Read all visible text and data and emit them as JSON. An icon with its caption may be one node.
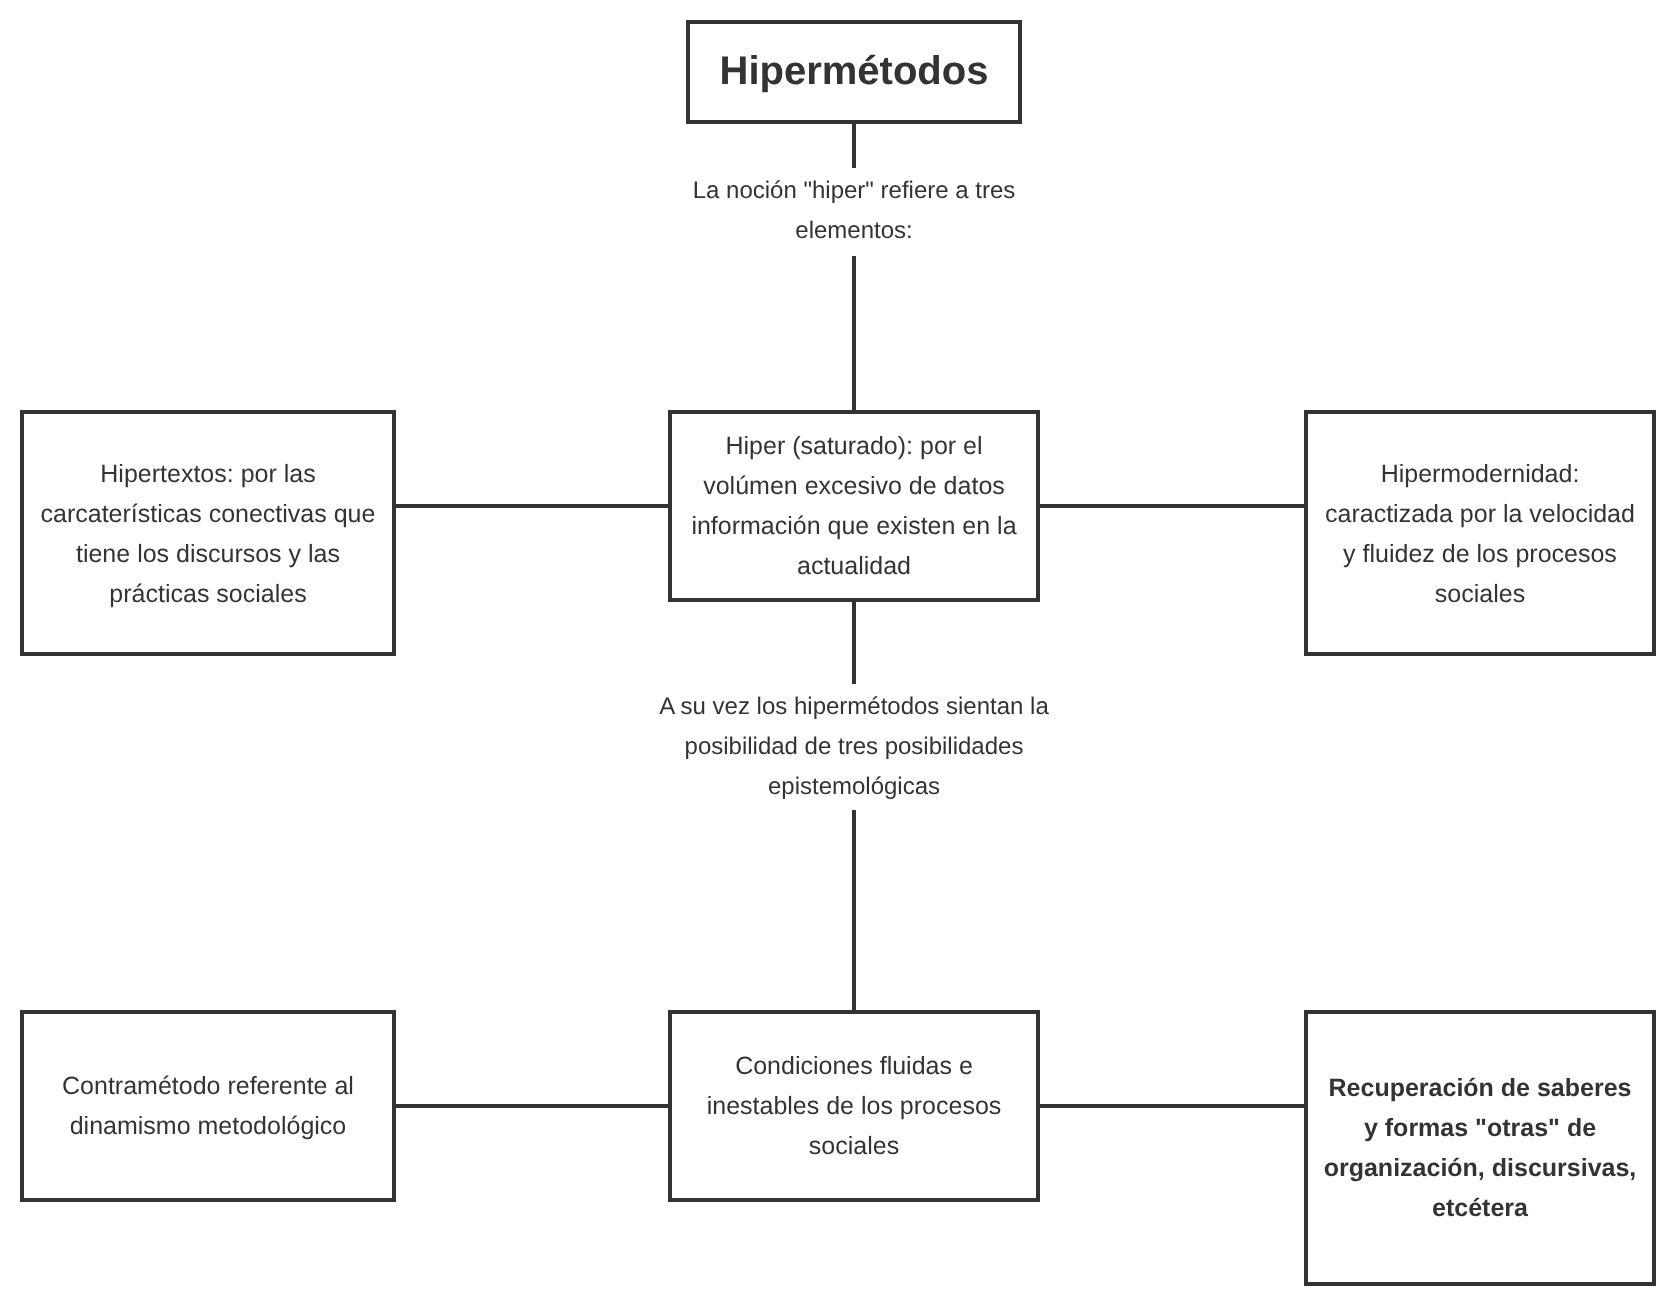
{
  "diagram": {
    "nodes": [
      {
        "text": [
          "Hipermétodos"
        ]
      },
      {
        "text": [
          "Hiper (saturado): por el volúmen excesivo de datos información que existen en la actualidad"
        ]
      },
      {
        "text": [
          "Hipertextos: por las carcaterísticas conectivas que tiene los discursos y las prácticas sociales"
        ]
      },
      {
        "text": [
          "Hipermodernidad: caractizada por la velocidad y fluidez de los procesos sociales"
        ]
      },
      {
        "text": [
          "Condiciones fluidas e inestables de los procesos sociales"
        ]
      },
      {
        "text": [
          "Contramétodo referente al dinamismo metodológico"
        ]
      },
      {
        "text": [
          "Recuperación de saberes y formas \"otras\" de organización, discursivas, etcétera"
        ]
      }
    ],
    "edges": [
      {
        "from": 0,
        "to": 1,
        "arrow": "none",
        "label": "La noción \"hiper\" refiere a tres elementos:"
      },
      {
        "from": 1,
        "to": 2,
        "arrow": "none"
      },
      {
        "from": 1,
        "to": 3,
        "arrow": "none"
      },
      {
        "from": 1,
        "to": 4,
        "arrow": "none",
        "label": "A su vez los hipermétodos sientan la posibilidad de tres posibilidades epistemológicas"
      },
      {
        "from": 4,
        "to": 5,
        "arrow": "none"
      },
      {
        "from": 4,
        "to": 6,
        "arrow": "none"
      }
    ]
  }
}
